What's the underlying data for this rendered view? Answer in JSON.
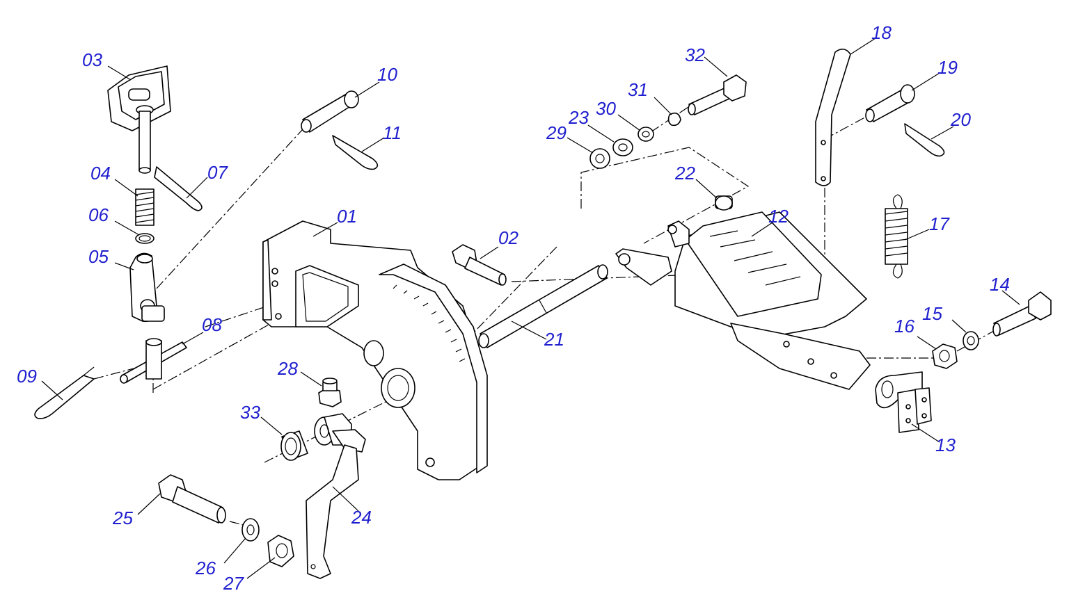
{
  "diagram": {
    "background": "#ffffff",
    "label_color": "#1f1fcf",
    "line_color": "#000000",
    "labels": [
      "01",
      "02",
      "03",
      "04",
      "05",
      "06",
      "07",
      "08",
      "09",
      "10",
      "11",
      "12",
      "13",
      "14",
      "15",
      "16",
      "17",
      "18",
      "19",
      "20",
      "21",
      "22",
      "23",
      "24",
      "25",
      "26",
      "27",
      "28",
      "29",
      "30",
      "31",
      "32",
      "33"
    ]
  }
}
